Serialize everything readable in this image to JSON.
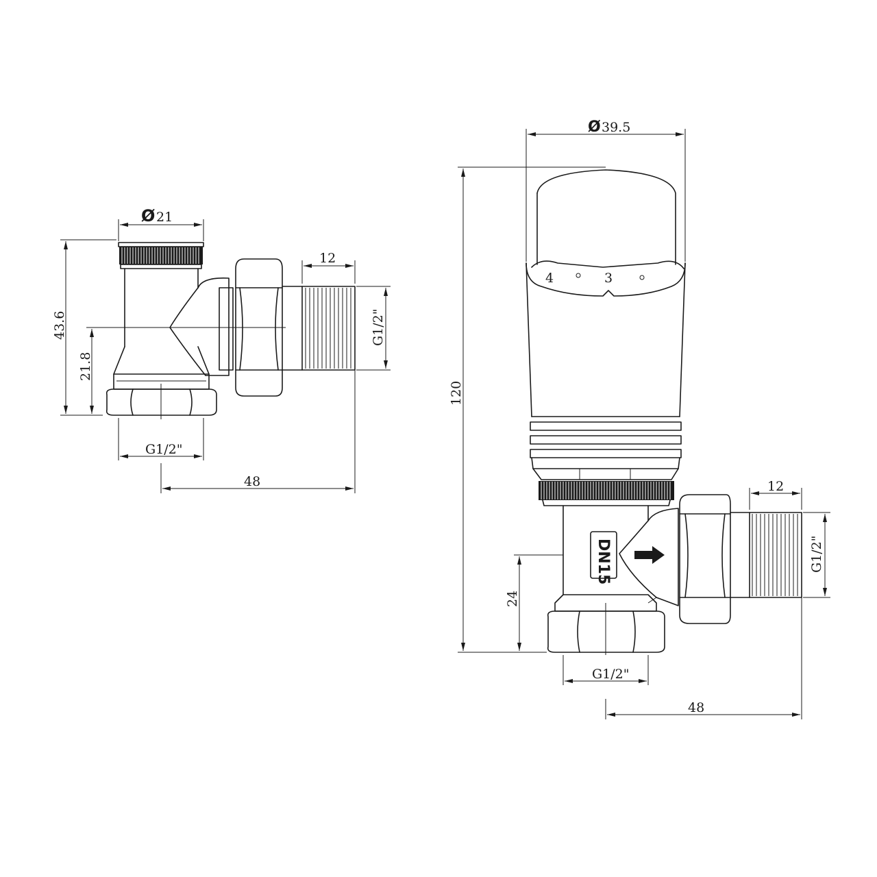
{
  "left_view": {
    "diameter": "21",
    "height_total": "43.6",
    "height_axis": "21.8",
    "thread_length": "12",
    "outlet_thread": "G1/2\"",
    "inlet_thread": "G1/2\"",
    "offset_length": "48"
  },
  "right_view": {
    "head_diameter": "39.5",
    "height_total": "120",
    "height_axis": "24",
    "thread_length": "12",
    "outlet_thread": "G1/2\"",
    "inlet_thread": "G1/2\"",
    "offset_length": "48",
    "scale_marks": [
      "4",
      "3"
    ],
    "body_marking": "DN15"
  },
  "symbols": {
    "diameter": "Ø"
  }
}
